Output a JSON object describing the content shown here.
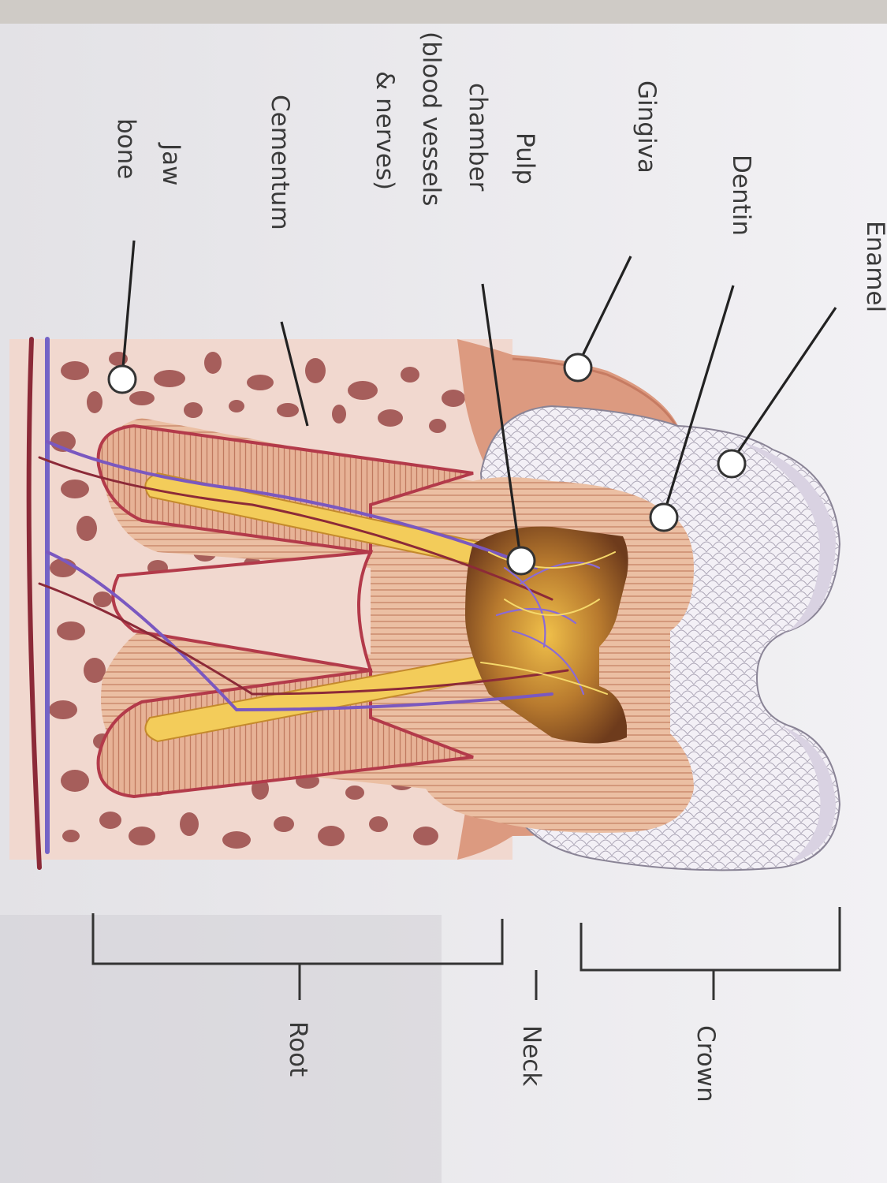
{
  "labels": {
    "enamel": "Enamel",
    "dentin": "Dentin",
    "gingiva": "Gingiva",
    "pulp": [
      "Pulp",
      "chamber",
      "(blood vessels",
      "& nerves)"
    ],
    "cementum": "Cementum",
    "jaw": [
      "Jaw",
      "bone"
    ]
  },
  "regions": {
    "crown": "Crown",
    "neck": "Neck",
    "root": "Root"
  },
  "colors": {
    "paper": "#eeedf0",
    "enamel": "#f1eef4",
    "dentin": "#e9b79a",
    "gum": "#d9957c",
    "bone": "#efd4ca",
    "bone_spot": "#a8605c",
    "pulp": "#b5702e",
    "vessel_red": "#8c2a38",
    "vessel_blue": "#6a4ab8"
  }
}
